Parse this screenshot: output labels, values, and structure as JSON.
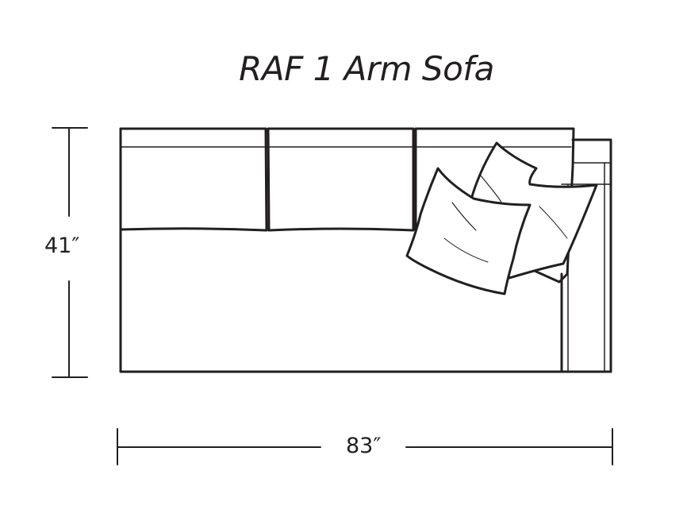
{
  "title": "RAF 1 Arm Sofa",
  "dimensions": {
    "height": "41″",
    "width": "83″"
  },
  "colors": {
    "line": "#231f20",
    "background": "#ffffff"
  }
}
